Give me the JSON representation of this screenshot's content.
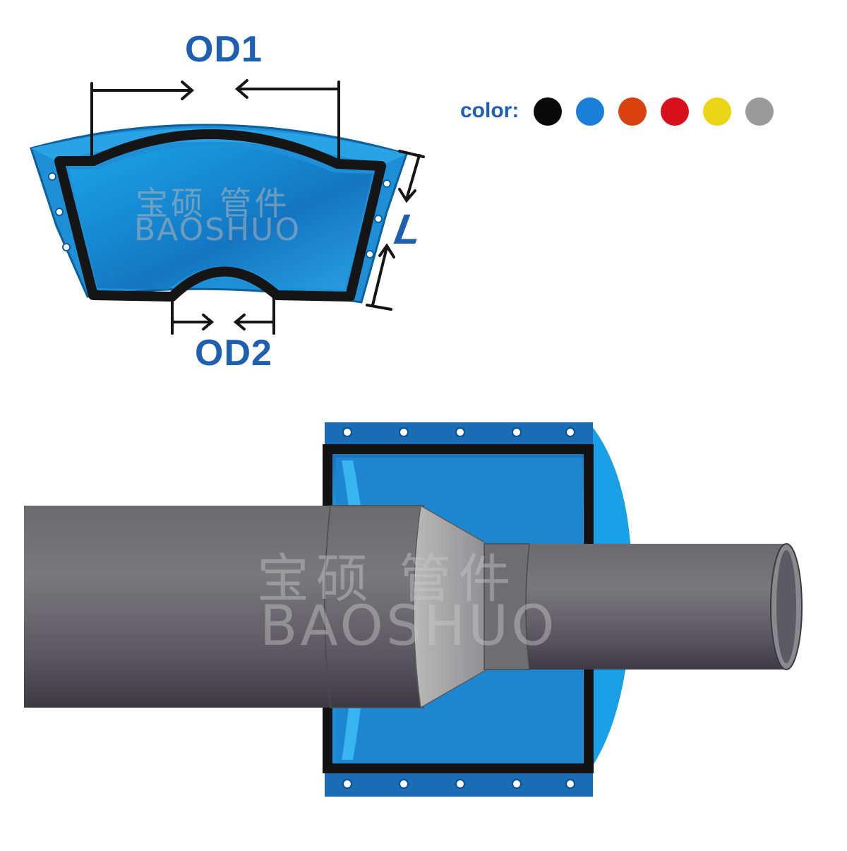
{
  "labels": {
    "od1": "OD1",
    "od2": "OD2",
    "length": "L",
    "color_prefix": "color:"
  },
  "colors": [
    {
      "name": "black",
      "hex": "#0a0a0a"
    },
    {
      "name": "blue",
      "hex": "#1a7fd6"
    },
    {
      "name": "orange",
      "hex": "#d9420e"
    },
    {
      "name": "red",
      "hex": "#d8101c"
    },
    {
      "name": "yellow",
      "hex": "#ead614"
    },
    {
      "name": "gray",
      "hex": "#9a9a9a"
    }
  ],
  "watermark": {
    "chinese": "宝硕  管件",
    "english": "BAOSHUO"
  },
  "palette": {
    "accent": "#1f5fb0",
    "shell": "#1e8fd6",
    "liner": "#1a1a1a",
    "pipe": "#6a6a6e"
  }
}
